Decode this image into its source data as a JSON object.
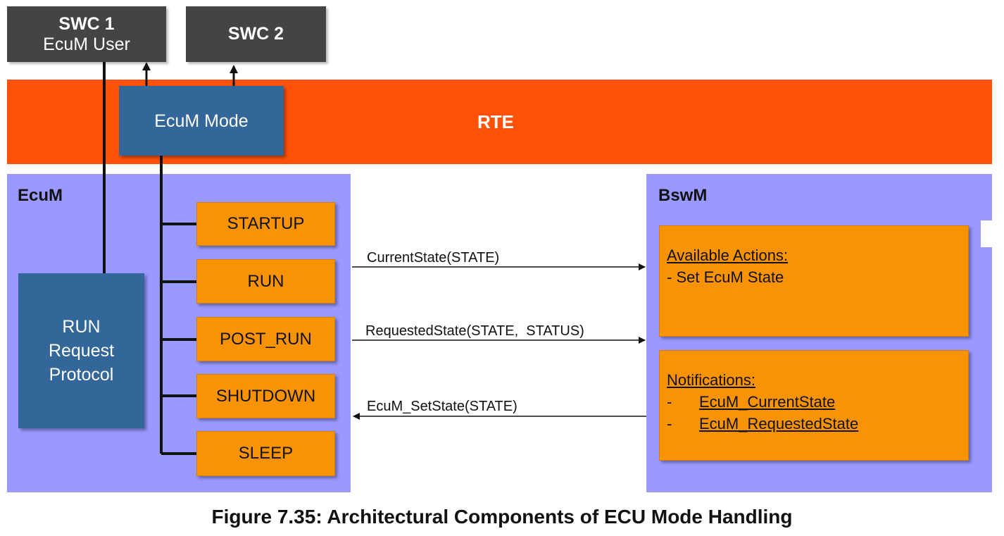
{
  "swc1": {
    "line1": "SWC 1",
    "line2": "EcuM User"
  },
  "swc2": {
    "label": "SWC 2"
  },
  "rte": {
    "label": "RTE"
  },
  "ecum_mode": {
    "label": "EcuM Mode"
  },
  "ecum": {
    "title": "EcuM",
    "run_request": [
      "RUN",
      "Request",
      "Protocol"
    ],
    "states": [
      "STARTUP",
      "RUN",
      "POST_RUN",
      "SHUTDOWN",
      "SLEEP"
    ]
  },
  "bswm": {
    "title": "BswM",
    "actions": {
      "heading": "Available Actions:",
      "item": "- Set EcuM State"
    },
    "notifications": {
      "heading": "Notifications:",
      "items": [
        "EcuM_CurrentState",
        "EcuM_RequestedState"
      ],
      "bullet": "-"
    }
  },
  "messages": {
    "current_state": "CurrentState(STATE)",
    "requested_state": "RequestedState(STATE,  STATUS)",
    "set_state": "EcuM_SetState(STATE)"
  },
  "caption": "Figure 7.35: Architectural Components of ECU Mode Handling",
  "colors": {
    "rte": "#ff5208",
    "panel": "#9999ff",
    "state": "#f79305",
    "blue": "#336699",
    "dark": "#444444"
  }
}
